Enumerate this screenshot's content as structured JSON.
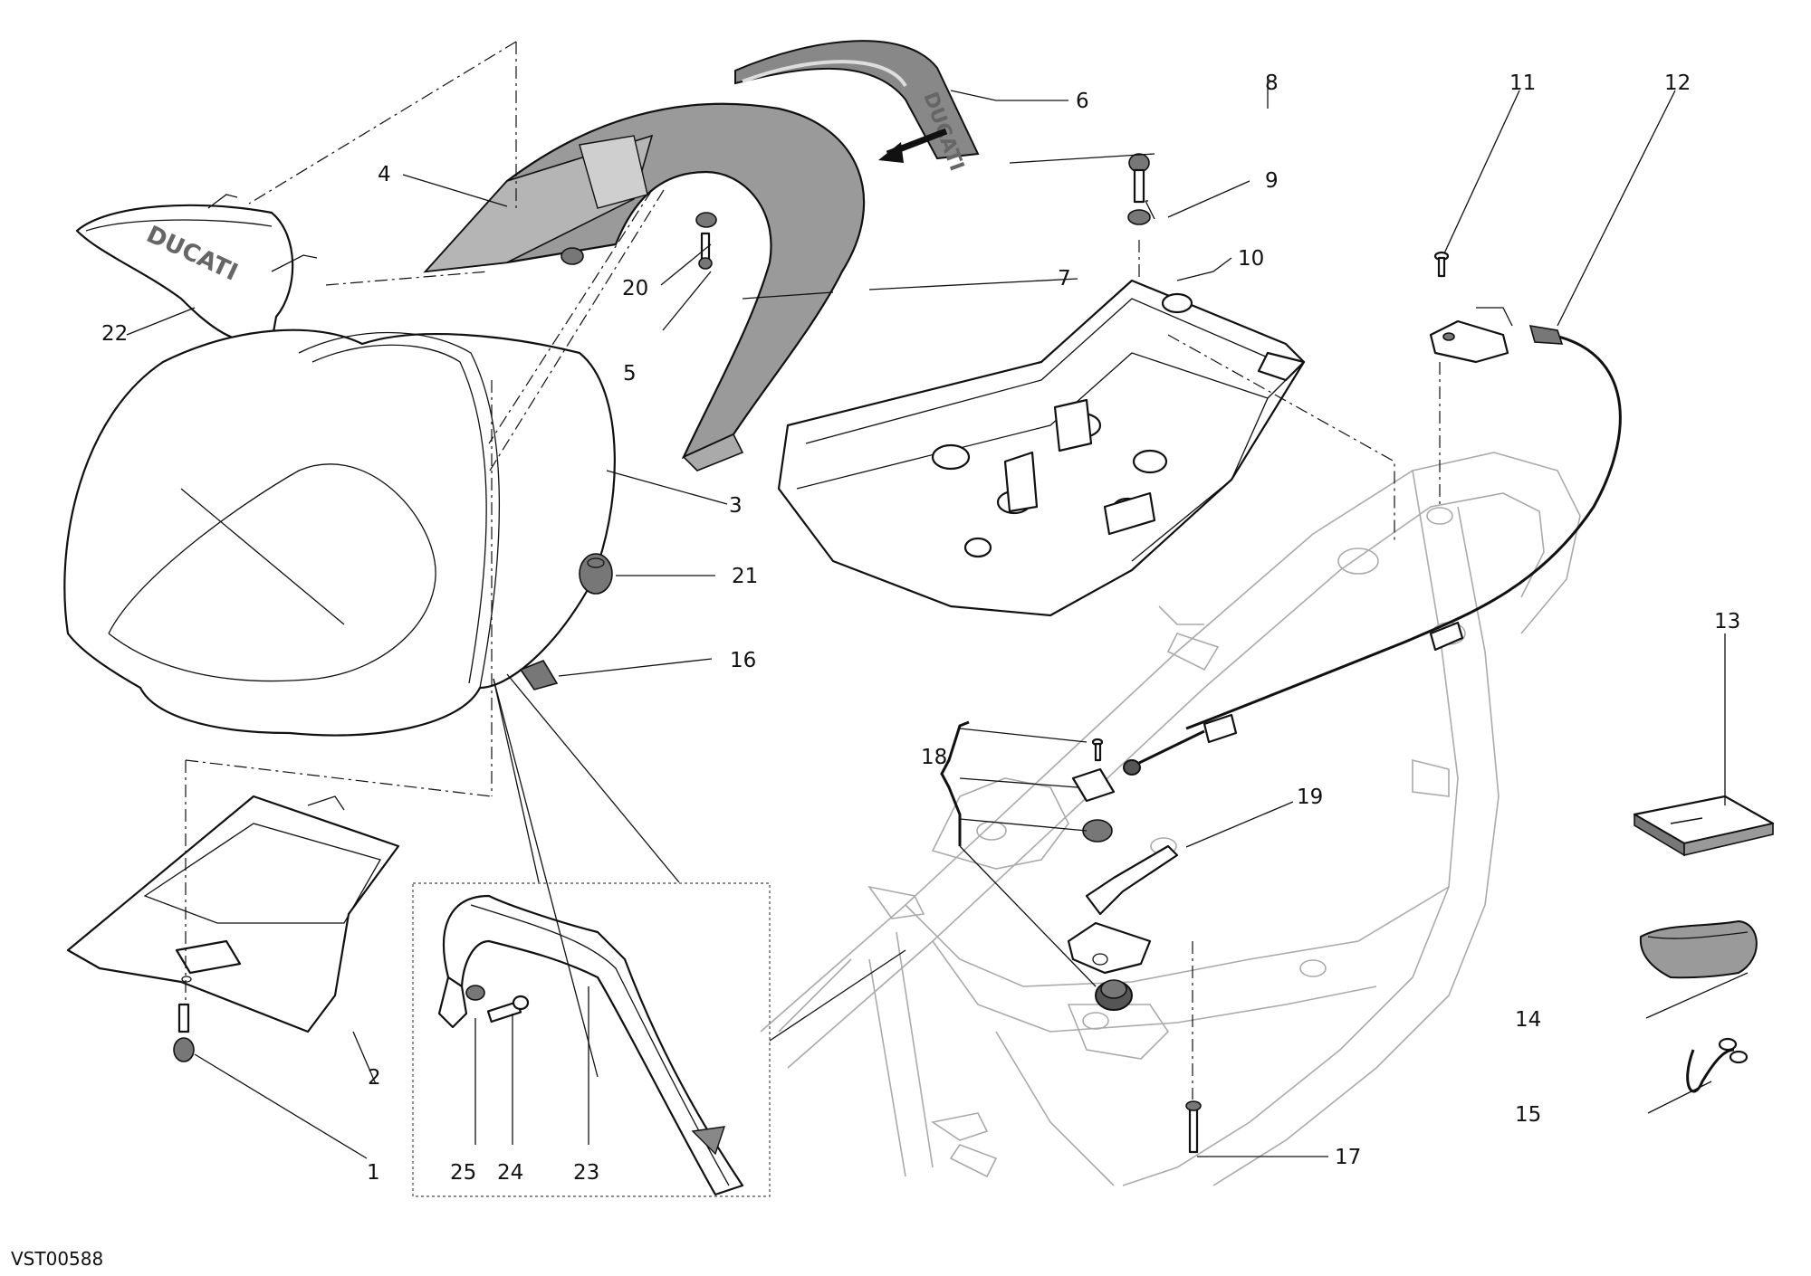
{
  "drawing_code": "VST00588",
  "brand_marks": [
    "DUCATI",
    "DUCATI"
  ],
  "callouts": {
    "c1": "1",
    "c2": "2",
    "c3": "3",
    "c4": "4",
    "c5": "5",
    "c6": "6",
    "c7": "7",
    "c8": "8",
    "c9": "9",
    "c10": "10",
    "c11": "11",
    "c12": "12",
    "c13": "13",
    "c14": "14",
    "c15": "15",
    "c16": "16",
    "c17": "17",
    "c18": "18",
    "c19": "19",
    "c20": "20",
    "c21": "21",
    "c22": "22",
    "c23": "23",
    "c24": "24",
    "c25": "25"
  }
}
